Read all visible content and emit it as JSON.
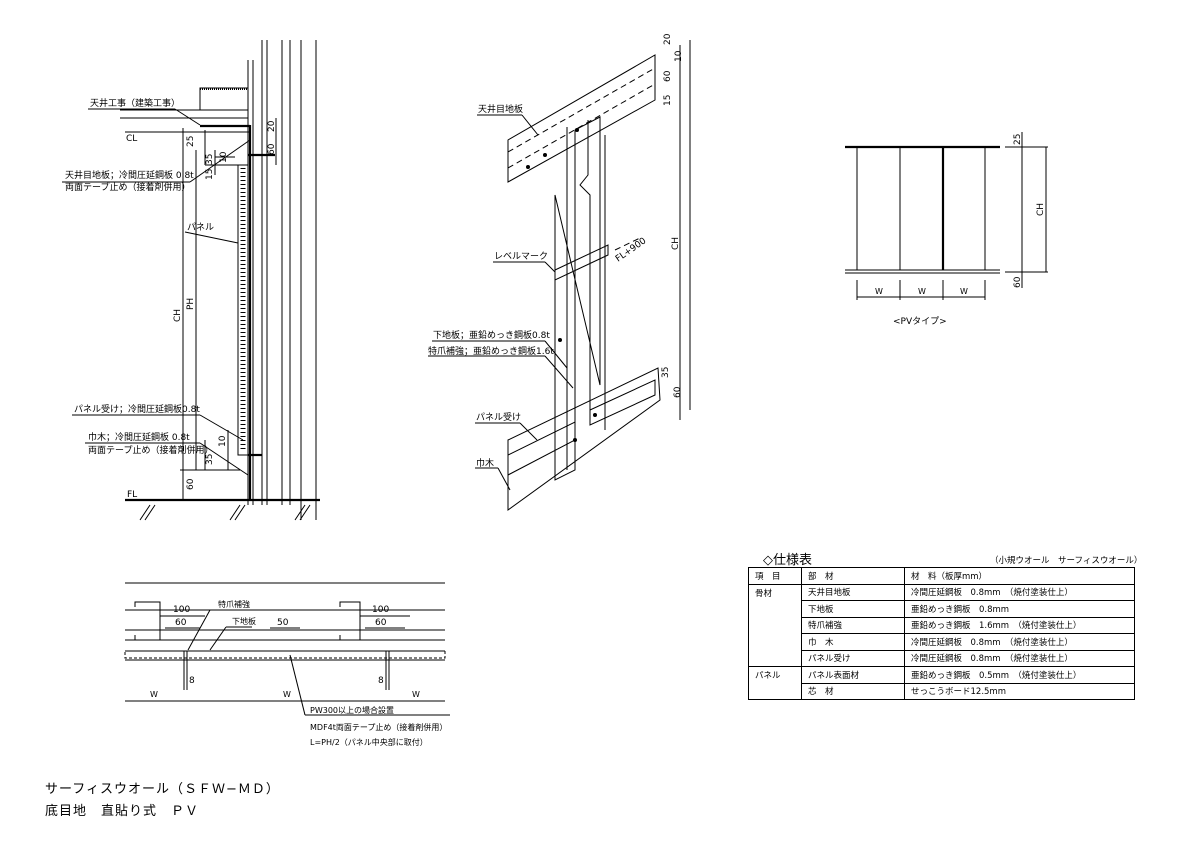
{
  "section_view": {
    "labels": {
      "ceiling_work": "天井工事（建築工事）",
      "cl": "CL",
      "ceiling_board": "天井目地板；冷間圧延鋼板 0.8t",
      "ceiling_tape": "両面テープ止め（接着剤併用）",
      "panel": "パネル",
      "panel_receiver": "パネル受け；冷間圧延鋼板0.8t",
      "skirting": "巾木；冷間圧延鋼板 0.8t",
      "skirting_tape": "両面テープ止め（接着剤併用）",
      "fl": "FL"
    },
    "dims": {
      "d25": "25",
      "d35": "35",
      "d15": "15",
      "d10a": "10",
      "d20": "20",
      "d60a": "60",
      "ch": "CH",
      "ph": "PH",
      "d10b": "10",
      "d35b": "35",
      "d60b": "60"
    }
  },
  "iso_view": {
    "labels": {
      "ceiling_board": "天井目地板",
      "level_mark": "レベルマーク",
      "fl900": "FL+900",
      "base_plate": "下地板；亜鉛めっき鋼板0.8t",
      "hook": "特爪補強；亜鉛めっき鋼板1.6t",
      "panel_receiver": "パネル受け",
      "skirting": "巾木"
    },
    "dims": {
      "d20": "20",
      "d10": "10",
      "d60": "60",
      "d15": "15",
      "ch": "CH",
      "d35": "35",
      "d60b": "60"
    }
  },
  "pv_type": {
    "caption": "<PVタイプ>",
    "dims": {
      "d25": "25",
      "ch": "CH",
      "d60": "60",
      "w": "W"
    }
  },
  "plan_view": {
    "labels": {
      "hook": "特爪補強",
      "base_plate": "下地板",
      "note1": "PW300以上の場合設置",
      "note2": "MDF4t両面テープ止め（接着剤併用）",
      "note3": "L=PH/2（パネル中央部に取付）"
    },
    "dims": {
      "d100": "100",
      "d60": "60",
      "d50": "50",
      "d8": "8",
      "w": "W"
    }
  },
  "spec_table": {
    "title": "◇仕様表",
    "subtitle": "（小規ウオール　サーフィスウオール）",
    "headers": [
      "項　目",
      "部　材",
      "材　料（板厚mm）"
    ],
    "rows": [
      {
        "category": "骨材",
        "part": "天井目地板",
        "material": "冷間圧延鋼板　0.8mm　（焼付塗装仕上）"
      },
      {
        "category": "",
        "part": "下地板",
        "material": "亜鉛めっき鋼板　0.8mm"
      },
      {
        "category": "",
        "part": "特爪補強",
        "material": "亜鉛めっき鋼板　1.6mm　（焼付塗装仕上）"
      },
      {
        "category": "",
        "part": "巾　木",
        "material": "冷間圧延鋼板　0.8mm　（焼付塗装仕上）"
      },
      {
        "category": "",
        "part": "パネル受け",
        "material": "冷間圧延鋼板　0.8mm　（焼付塗装仕上）"
      },
      {
        "category": "パネル",
        "part": "パネル表面材",
        "material": "亜鉛めっき鋼板　0.5mm　（焼付塗装仕上）"
      },
      {
        "category": "",
        "part": "芯　材",
        "material": "せっこうボード12.5mm"
      }
    ]
  },
  "title_block": {
    "line1": "サーフィスウオール（ＳＦＷ−ＭＤ）",
    "line2": "底目地　直貼り式　ＰＶ"
  }
}
